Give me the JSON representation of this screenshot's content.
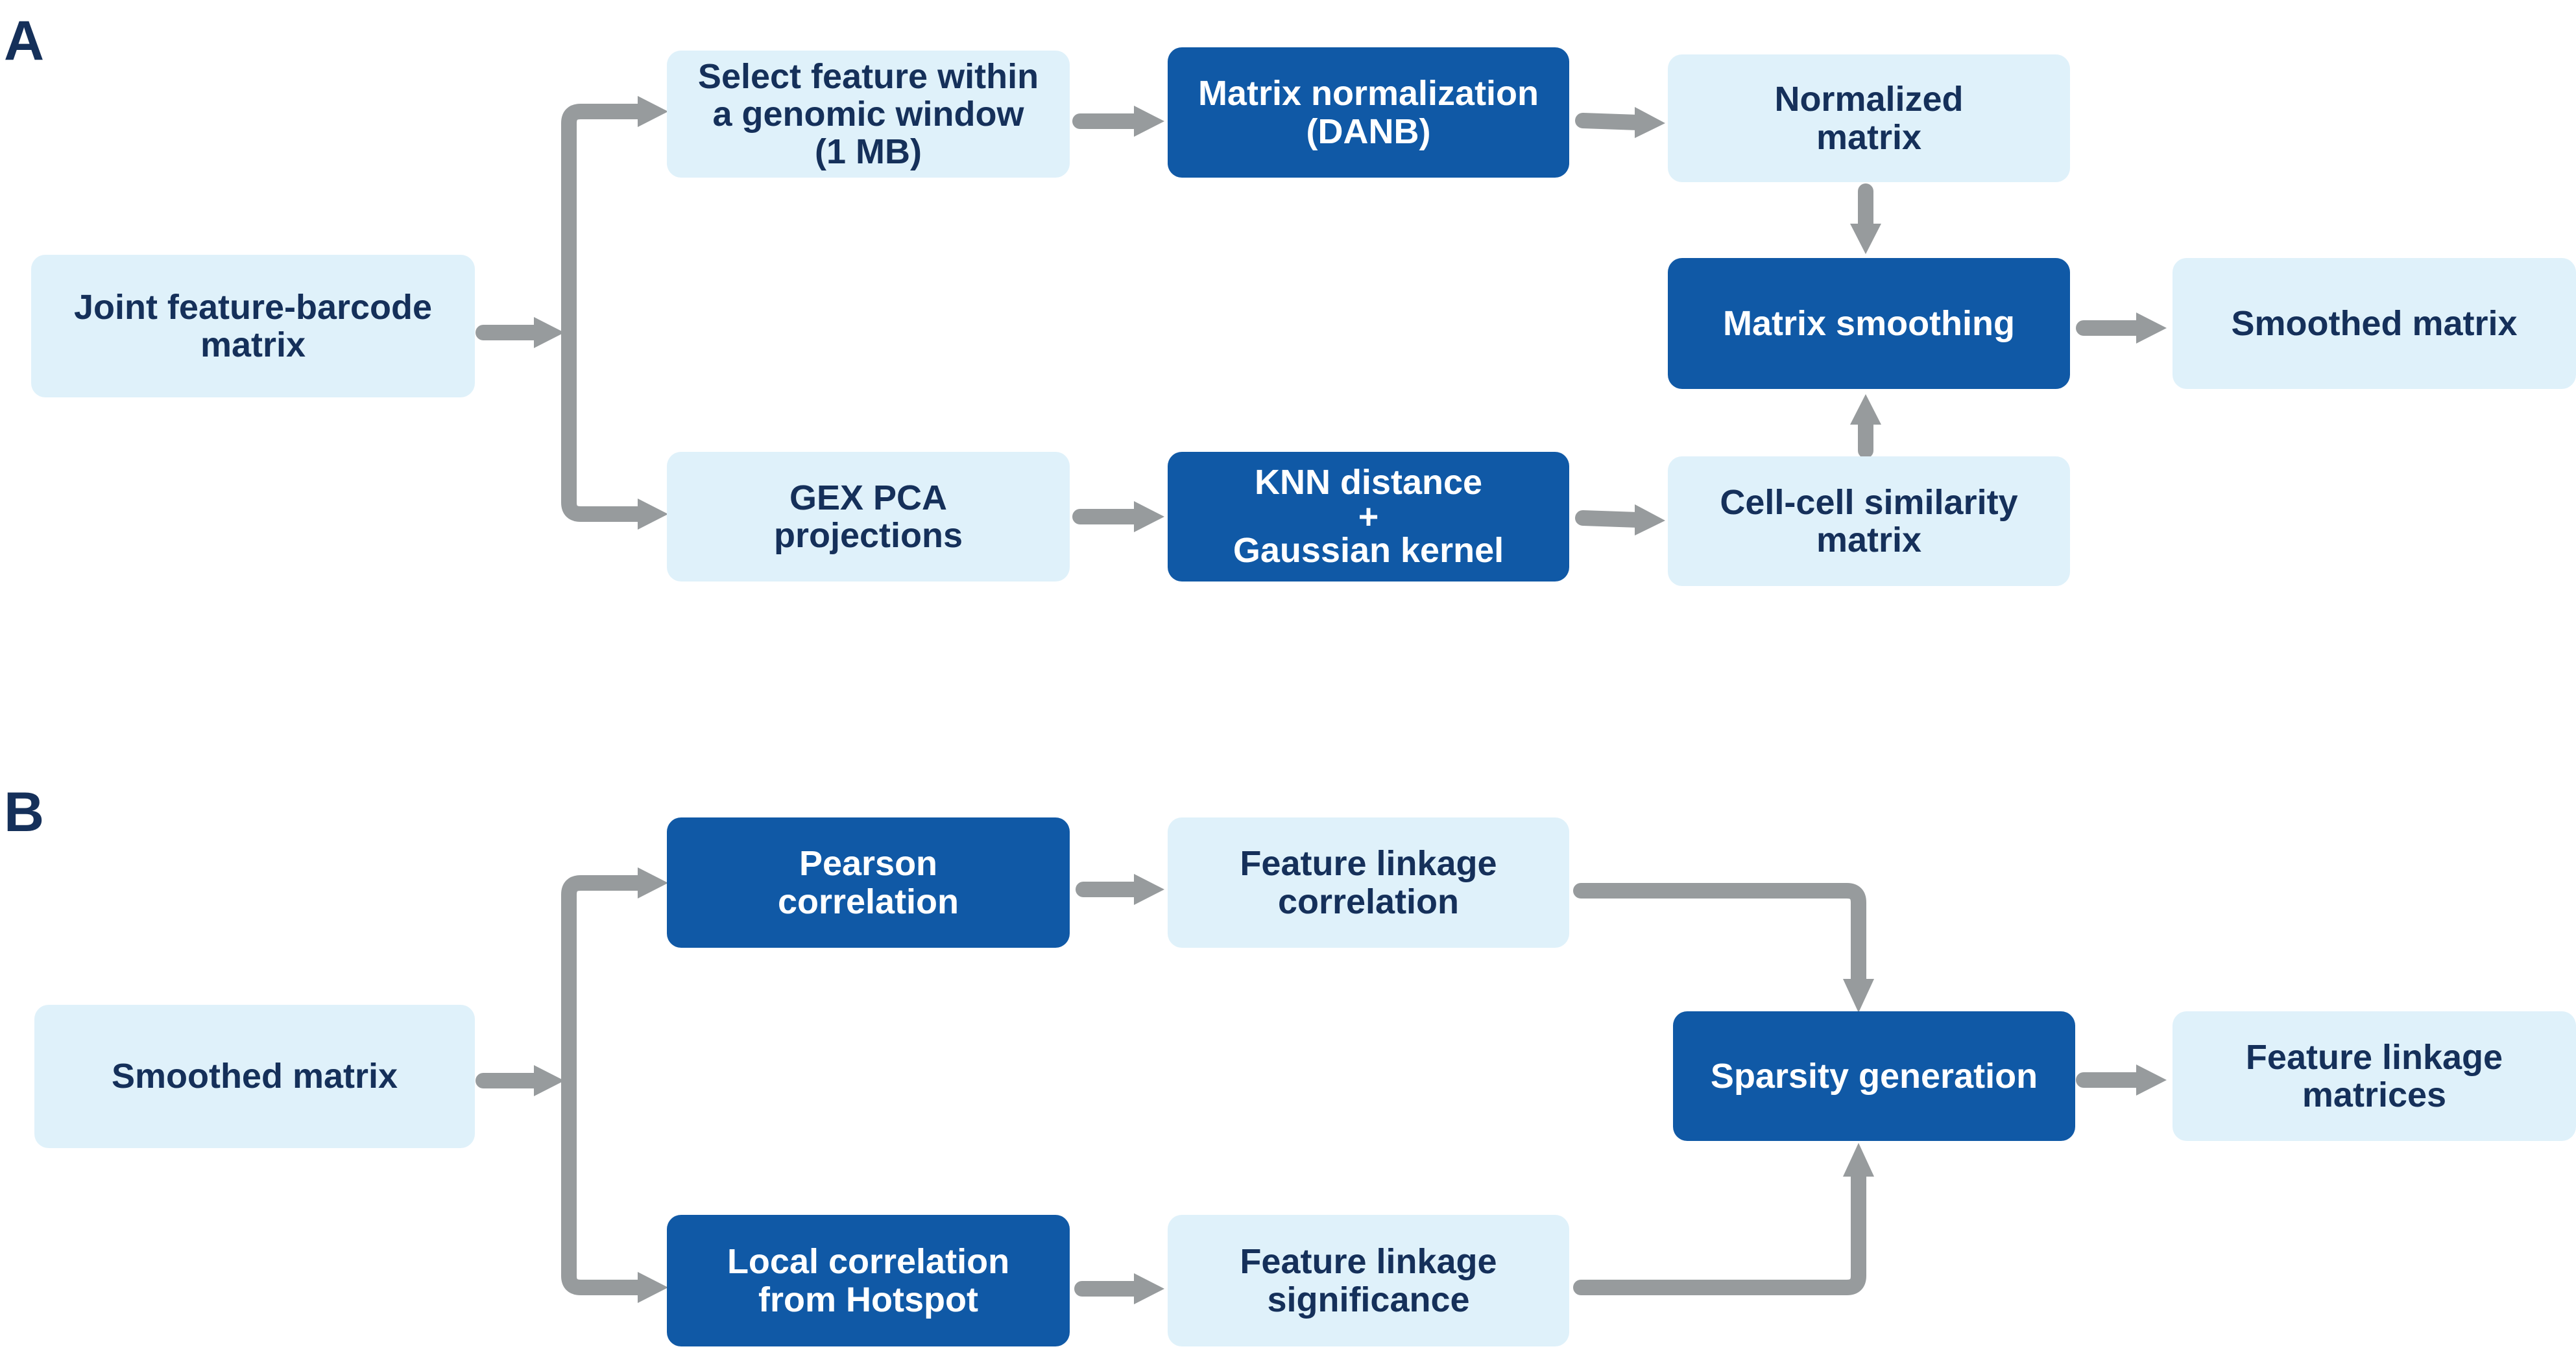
{
  "colors": {
    "light_box": "#dff1fa",
    "dark_box": "#1059a6",
    "text_dark": "#15305a",
    "text_light": "#ffffff",
    "arrow": "#979b9d"
  },
  "panel_a": {
    "label": "A",
    "nodes": {
      "joint_matrix": "Joint feature-barcode\nmatrix",
      "select_feature": "Select feature within\na genomic window\n(1 MB)",
      "matrix_normalization": "Matrix normalization\n(DANB)",
      "normalized_matrix": "Normalized\nmatrix",
      "matrix_smoothing": "Matrix smoothing",
      "smoothed_matrix": "Smoothed matrix",
      "gex_pca": "GEX PCA\nprojections",
      "knn_distance": "KNN distance\n+\nGaussian kernel",
      "cell_similarity": "Cell-cell similarity\nmatrix"
    }
  },
  "panel_b": {
    "label": "B",
    "nodes": {
      "smoothed_matrix": "Smoothed matrix",
      "pearson": "Pearson\ncorrelation",
      "linkage_correlation": "Feature linkage\ncorrelation",
      "sparsity": "Sparsity generation",
      "linkage_matrices": "Feature linkage\nmatrices",
      "local_correlation": "Local correlation\nfrom Hotspot",
      "linkage_significance": "Feature linkage\nsignificance"
    }
  },
  "edges": [
    [
      "joint_matrix",
      "select_feature"
    ],
    [
      "joint_matrix",
      "gex_pca"
    ],
    [
      "select_feature",
      "matrix_normalization"
    ],
    [
      "matrix_normalization",
      "normalized_matrix"
    ],
    [
      "normalized_matrix",
      "matrix_smoothing"
    ],
    [
      "gex_pca",
      "knn_distance"
    ],
    [
      "knn_distance",
      "cell_similarity"
    ],
    [
      "cell_similarity",
      "matrix_smoothing"
    ],
    [
      "matrix_smoothing",
      "smoothed_matrix"
    ],
    [
      "b_smoothed_matrix",
      "pearson"
    ],
    [
      "b_smoothed_matrix",
      "local_correlation"
    ],
    [
      "pearson",
      "linkage_correlation"
    ],
    [
      "local_correlation",
      "linkage_significance"
    ],
    [
      "linkage_correlation",
      "sparsity"
    ],
    [
      "linkage_significance",
      "sparsity"
    ],
    [
      "sparsity",
      "linkage_matrices"
    ]
  ]
}
